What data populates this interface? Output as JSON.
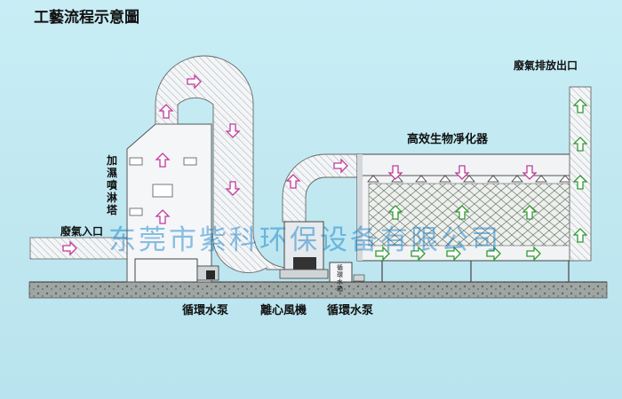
{
  "title": "工藝流程示意圖",
  "labels": {
    "exhaust_outlet": "廢氣排放出口",
    "bio_purifier": "高效生物凈化器",
    "humidify_tower": "加濕噴淋塔",
    "exhaust_inlet": "廢氣入口",
    "pump_left": "循環水泵",
    "centrifugal_fan": "離心風機",
    "pump_right": "循環水泵",
    "water_tank": "循環水箱"
  },
  "watermark": "东莞市紫科环保设备有限公司",
  "colors": {
    "background": "#bfe8f1",
    "arrow_magenta": "#c0399a",
    "arrow_green": "#2f9a2f",
    "duct_fill": "#f2f4f6",
    "ground": "#8a8f8c"
  }
}
